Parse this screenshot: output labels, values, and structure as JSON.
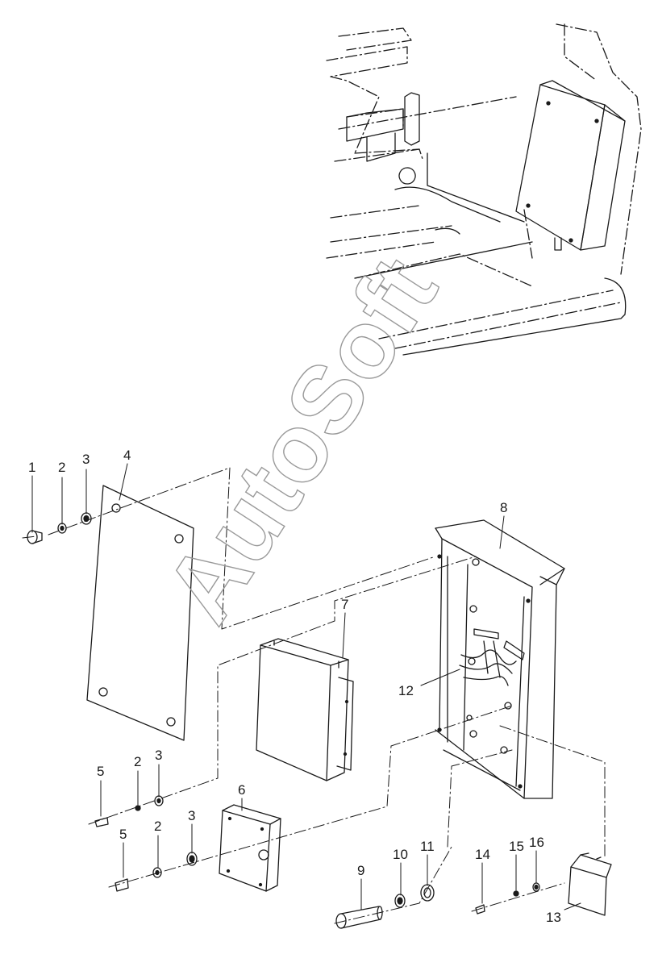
{
  "watermark": "AutoSoft",
  "callouts": {
    "c1": "1",
    "c2a": "2",
    "c3a": "3",
    "c4": "4",
    "c5a": "5",
    "c2b": "2",
    "c3b": "3",
    "c5b": "5",
    "c2c": "2",
    "c3c": "3",
    "c6": "6",
    "c7": "7",
    "c8": "8",
    "c9": "9",
    "c10": "10",
    "c11": "11",
    "c12": "12",
    "c13": "13",
    "c14": "14",
    "c15": "15",
    "c16": "16"
  }
}
